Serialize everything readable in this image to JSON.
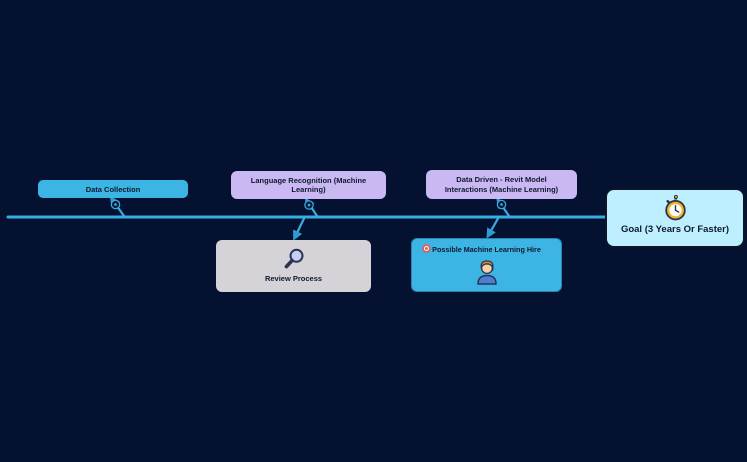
{
  "app": {
    "type": "mind-map-timeline-board"
  },
  "theme": {
    "bg": "#041130",
    "cyan": "#3CB4E4",
    "lavender": "#C9B8F2",
    "gray": "#D5D3D8",
    "goalfill": "#BEEFFF",
    "line": "#38ADE3",
    "textdark": "#0E1A2E",
    "badgered": "#E35B5B"
  },
  "timeline": {
    "name": "main-timeline",
    "color": "#38ADE3"
  },
  "nodes": {
    "data_collection": {
      "label": "Data Collection"
    },
    "language_recognition": {
      "label": "Language Recognition (Machine Learning)"
    },
    "data_driven": {
      "label": "Data Driven - Revit Model Interactions (Machine Learning)"
    },
    "review_process": {
      "label": "Review Process",
      "icon": "magnifier-icon"
    },
    "ml_hire": {
      "label": "Possible Machine Learning Hire",
      "icon": "person-icon",
      "badge_icon": "red-record-badge-icon"
    },
    "goal": {
      "label": "Goal (3 Years Or Faster)",
      "icon": "stopwatch-icon"
    }
  },
  "connectors": {
    "badge_icon": "connector-handle-icon",
    "count": 5
  }
}
